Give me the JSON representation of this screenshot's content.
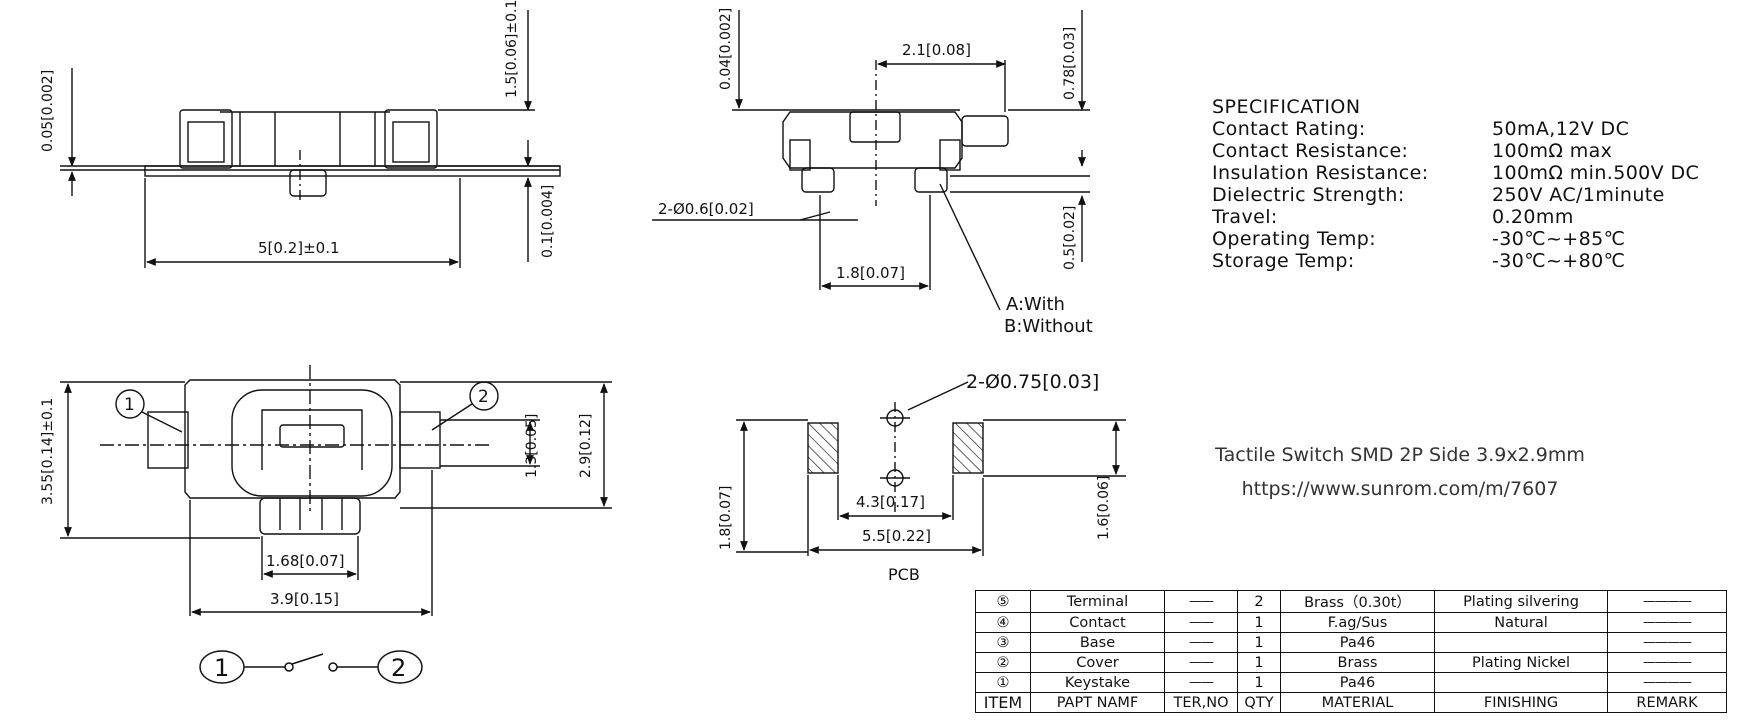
{
  "dims": {
    "side_h1": "0.05[0.002]",
    "side_h2": "1.5[0.06]±0.1",
    "side_h3": "0.1[0.004]",
    "side_w": "5[0.2]±0.1",
    "front_h1": "0.04[0.002]",
    "front_w1": "2.1[0.08]",
    "front_h2": "0.78[0.03]",
    "front_pin": "2-Ø0.6[0.02]",
    "front_h3": "0.5[0.02]",
    "front_w2": "1.8[0.07]",
    "front_note_a": "A:With",
    "front_note_b": "B:Without",
    "top_h1": "3.55[0.14]±0.1",
    "top_h2": "1.3[0.05]",
    "top_h3": "2.9[0.12]",
    "top_w1": "1.68[0.07]",
    "top_w2": "3.9[0.15]",
    "pcb_hole": "2-Ø0.75[0.03]",
    "pcb_w1": "4.3[0.17]",
    "pcb_w2": "5.5[0.22]",
    "pcb_h1": "1.8[0.07]",
    "pcb_h2": "1.6[0.06]",
    "pcb_label": "PCB"
  },
  "markers": {
    "one": "1",
    "two": "2"
  },
  "specification": {
    "title": "SPECIFICATION",
    "rows": [
      {
        "label": "Contact  Rating:",
        "value": "50mA,12V DC"
      },
      {
        "label": "Contact  Resistance:",
        "value": "100mΩ max"
      },
      {
        "label": "Insulation Resistance:",
        "value": "100mΩ min.500V DC"
      },
      {
        "label": "Dielectric  Strength:",
        "value": "250V AC/1minute"
      },
      {
        "label": "Travel:",
        "value": "0.20mm"
      },
      {
        "label": "Operating Temp:",
        "value": "-30℃~+85℃"
      },
      {
        "label": "Storage Temp:",
        "value": "-30℃~+80℃"
      }
    ]
  },
  "product": {
    "name": "Tactile Switch SMD 2P Side 3.9x2.9mm",
    "url": "https://www.sunrom.com/m/7607"
  },
  "bom": {
    "rows": [
      {
        "item": "⑤",
        "part": "Terminal",
        "ter": "——",
        "qty": "2",
        "material": "Brass（0.30t）",
        "finishing": "Plating silvering",
        "remark": "————"
      },
      {
        "item": "④",
        "part": "Contact",
        "ter": "——",
        "qty": "1",
        "material": "F.ag/Sus",
        "finishing": "Natural",
        "remark": "————"
      },
      {
        "item": "③",
        "part": "Base",
        "ter": "——",
        "qty": "1",
        "material": "Pa46",
        "finishing": "",
        "remark": "————"
      },
      {
        "item": "②",
        "part": "Cover",
        "ter": "——",
        "qty": "1",
        "material": "Brass",
        "finishing": "Plating Nickel",
        "remark": "————"
      },
      {
        "item": "①",
        "part": "Keystake",
        "ter": "——",
        "qty": "1",
        "material": "Pa46",
        "finishing": "",
        "remark": "————"
      }
    ],
    "header": {
      "item": "ITEM",
      "part": "PAPT NAMF",
      "ter": "TER,NO",
      "qty": "QTY",
      "material": "MATERIAL",
      "finishing": "FINISHING",
      "remark": "REMARK"
    }
  }
}
